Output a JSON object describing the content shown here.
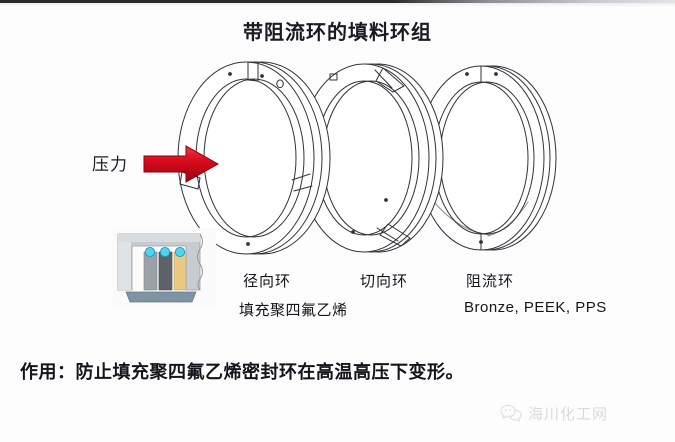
{
  "page": {
    "title": "带阻流环的填料环组",
    "background_color": "#fdfdfd"
  },
  "annotations": {
    "pressure_label": "压力",
    "arrow_color": "#d80b1c",
    "arrow_icon": "right-arrow-icon"
  },
  "rings": [
    {
      "id": "radial",
      "name": "径向环",
      "material": "填充聚四氟乙烯",
      "cut_type": "radial"
    },
    {
      "id": "tangential",
      "name": "切向环",
      "material": "",
      "cut_type": "tangential"
    },
    {
      "id": "throttle",
      "name": "阻流环",
      "material": "Bronze, PEEK, PPS",
      "cut_type": "solid"
    }
  ],
  "cross_section": {
    "name": "packing-box-cross-section",
    "housing_color": "#c7ccd1",
    "segments": [
      {
        "color": "#9ba1a6",
        "pin_color": "#3bc4e8"
      },
      {
        "color": "#5e6268",
        "pin_color": "#3bc4e8"
      },
      {
        "color": "#e8c883",
        "pin_color": "#3bc4e8"
      }
    ],
    "shaft_color": "#7f94a3"
  },
  "caption": {
    "text": "作用：防止填充聚四氟乙烯密封环在高温高压下变形。"
  },
  "watermark": {
    "icon": "wechat-logo-icon",
    "text": "海川化工网"
  }
}
